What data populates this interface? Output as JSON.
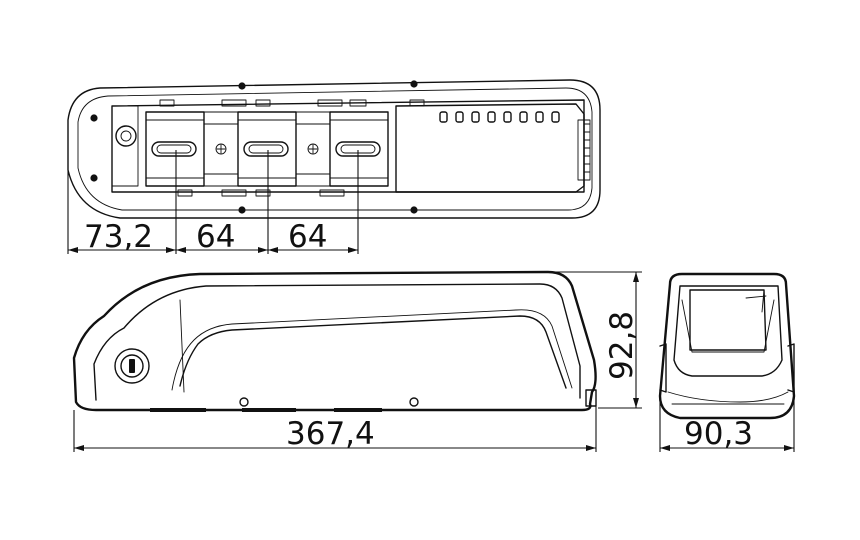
{
  "diagram": {
    "dimensions": {
      "first_segment": "73,2",
      "pitch_1": "64",
      "pitch_2": "64",
      "length": "367,4",
      "height": "92,8",
      "width": "90,3"
    }
  }
}
